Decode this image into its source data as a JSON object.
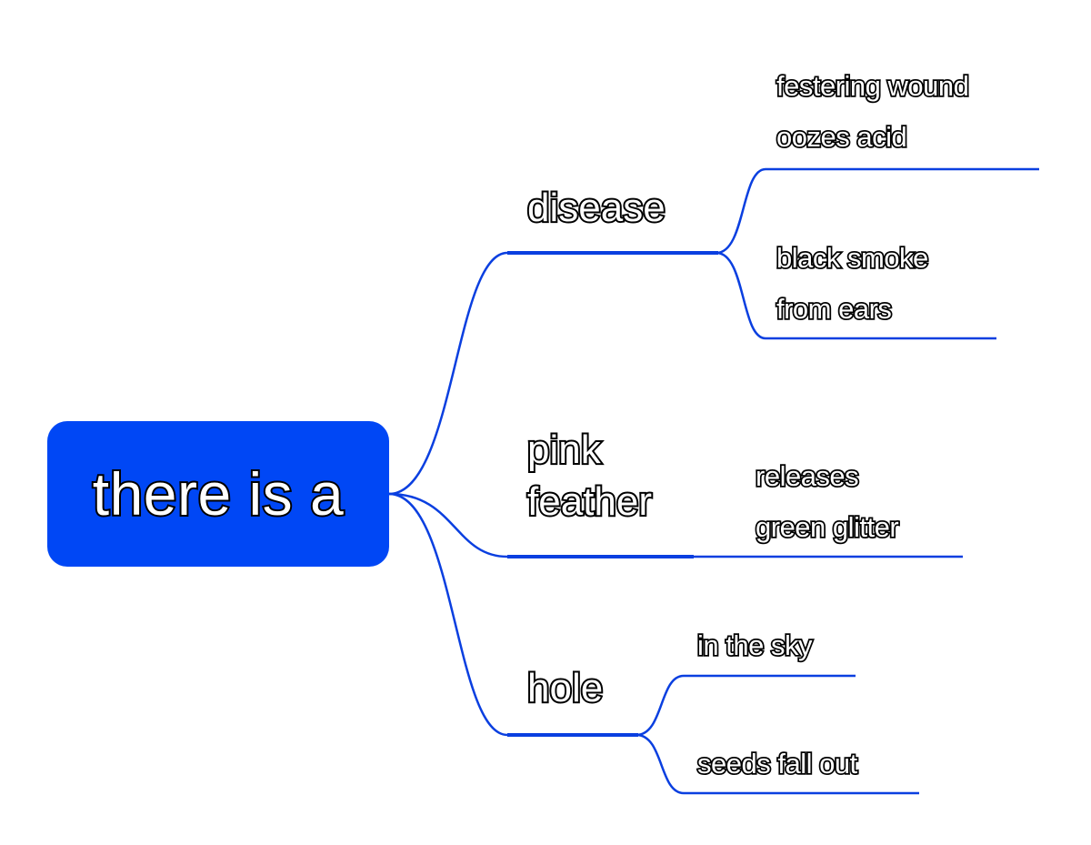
{
  "colors": {
    "root_fill": "#0047f5",
    "line": "#0a3fe0"
  },
  "root": {
    "label": "there is a"
  },
  "branches": [
    {
      "label": "disease",
      "children": [
        {
          "label": "festering wound\noozes acid"
        },
        {
          "label": "black smoke\nfrom ears"
        }
      ]
    },
    {
      "label": "pink\nfeather",
      "children": [
        {
          "label": "releases\ngreen glitter"
        }
      ]
    },
    {
      "label": "hole",
      "children": [
        {
          "label": "in the sky"
        },
        {
          "label": "seeds fall out"
        }
      ]
    }
  ]
}
